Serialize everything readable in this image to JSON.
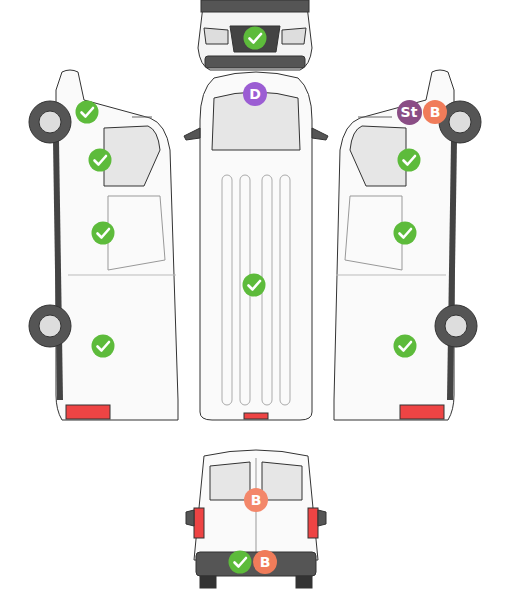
{
  "diagram": {
    "nodes": [
      {
        "text": [
          "D"
        ]
      },
      {
        "text": [
          "St"
        ]
      },
      {
        "text": [
          "B"
        ]
      },
      {
        "text": [
          "B"
        ]
      },
      {
        "text": [
          "B"
        ]
      }
    ]
  }
}
